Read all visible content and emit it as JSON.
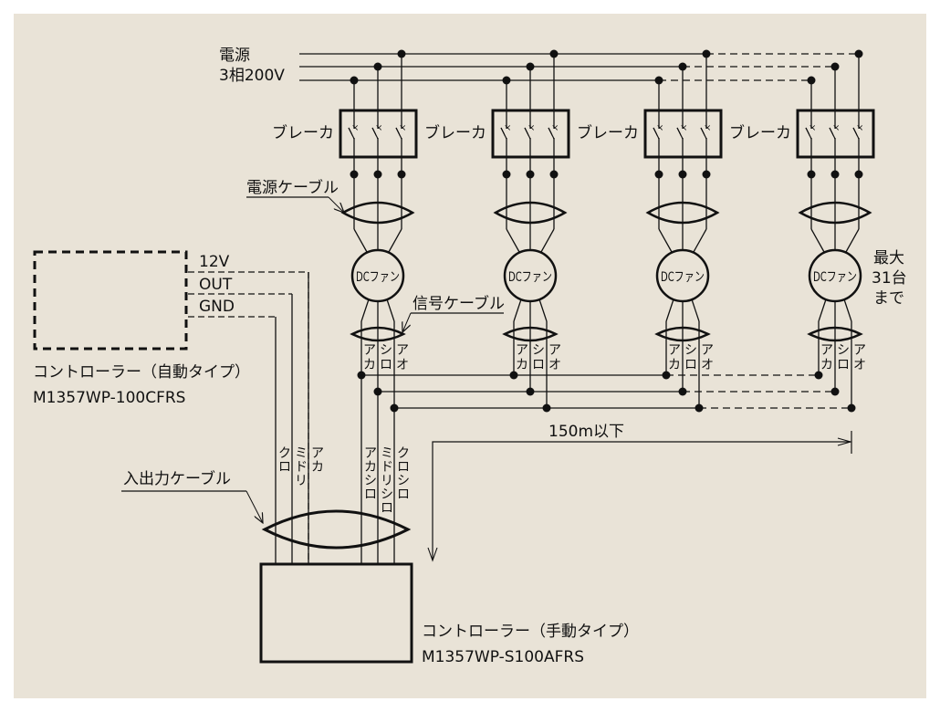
{
  "diagram": {
    "power_supply": {
      "title": "電源",
      "spec": "3相200V"
    },
    "breaker_label": "ブレーカ",
    "power_cable_label": "電源ケーブル",
    "signal_cable_label": "信号ケーブル",
    "io_cable_label": "入出力ケーブル",
    "fan_label": "DCファン",
    "fan_count": 4,
    "max_units_note": [
      "最大",
      "31台",
      "まで"
    ],
    "signal_wire_labels": [
      "アカ",
      "シロ",
      "アオ"
    ],
    "distance_label": "150m以下",
    "auto_controller": {
      "name": "コントローラー（自動タイプ）",
      "model": "M1357WP-100CFRS",
      "terminals": [
        "12V",
        "OUT",
        "GND"
      ]
    },
    "manual_controller": {
      "name": "コントローラー（手動タイプ）",
      "model": "M1357WP-S100AFRS"
    },
    "io_wire_labels_auto": [
      "クロ",
      "ミドリ",
      "アカ"
    ],
    "io_wire_labels_fan": [
      "アカシロ",
      "ミドリシロ",
      "クロシロ"
    ]
  },
  "colors": {
    "background": "#e9e3d7",
    "line": "#111111"
  }
}
